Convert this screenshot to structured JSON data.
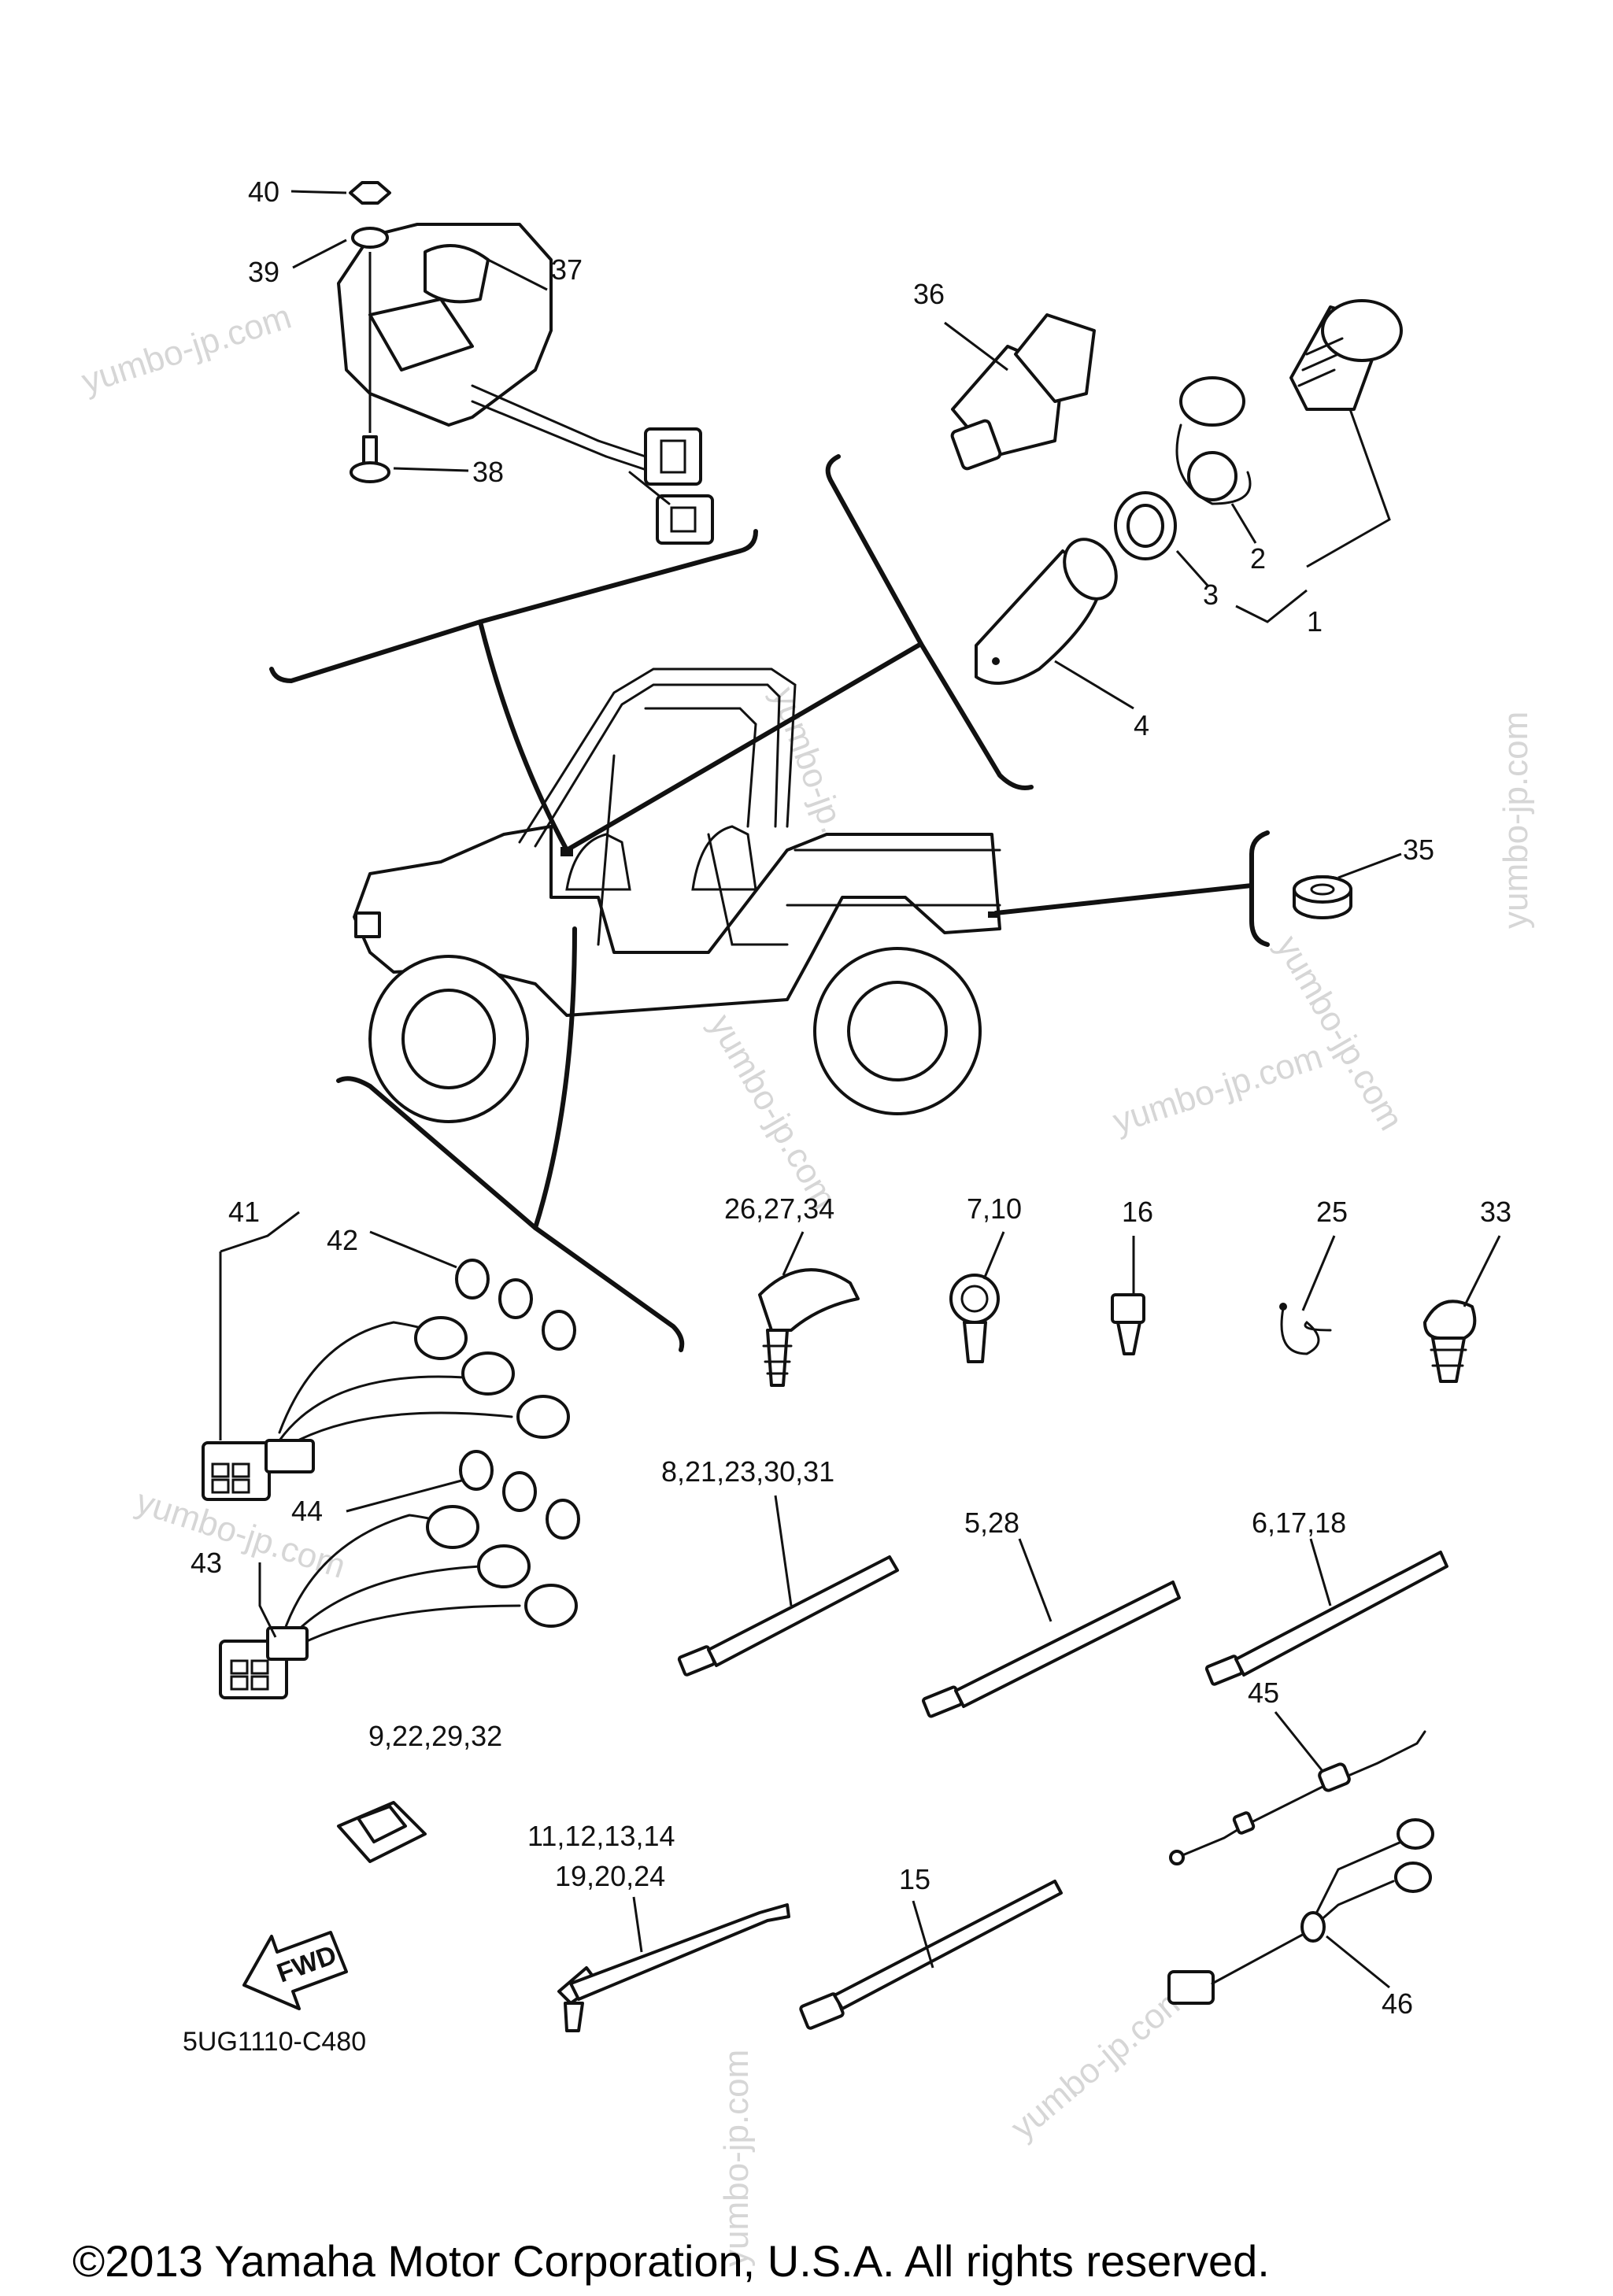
{
  "callouts": {
    "c40": "40",
    "c39": "39",
    "c37": "37",
    "c38": "38",
    "c36": "36",
    "c2": "2",
    "c3": "3",
    "c1": "1",
    "c4": "4",
    "c35": "35",
    "c41": "41",
    "c42": "42",
    "c44": "44",
    "c43": "43",
    "c26": "26,27,34",
    "c7": "7,10",
    "c16": "16",
    "c25": "25",
    "c33": "33",
    "c8": "8,21,23,30,31",
    "c5": "5,28",
    "c6": "6,17,18",
    "c45": "45",
    "c9": "9,22,29,32",
    "c11": "11,12,13,14",
    "c19": "19,20,24",
    "c15": "15",
    "c46": "46"
  },
  "fwd_label": "FWD",
  "diagram_code": "5UG1110-C480",
  "copyright": "©2013 Yamaha Motor Corporation, U.S.A. All rights reserved.",
  "watermark": "yumbo-jp.com"
}
